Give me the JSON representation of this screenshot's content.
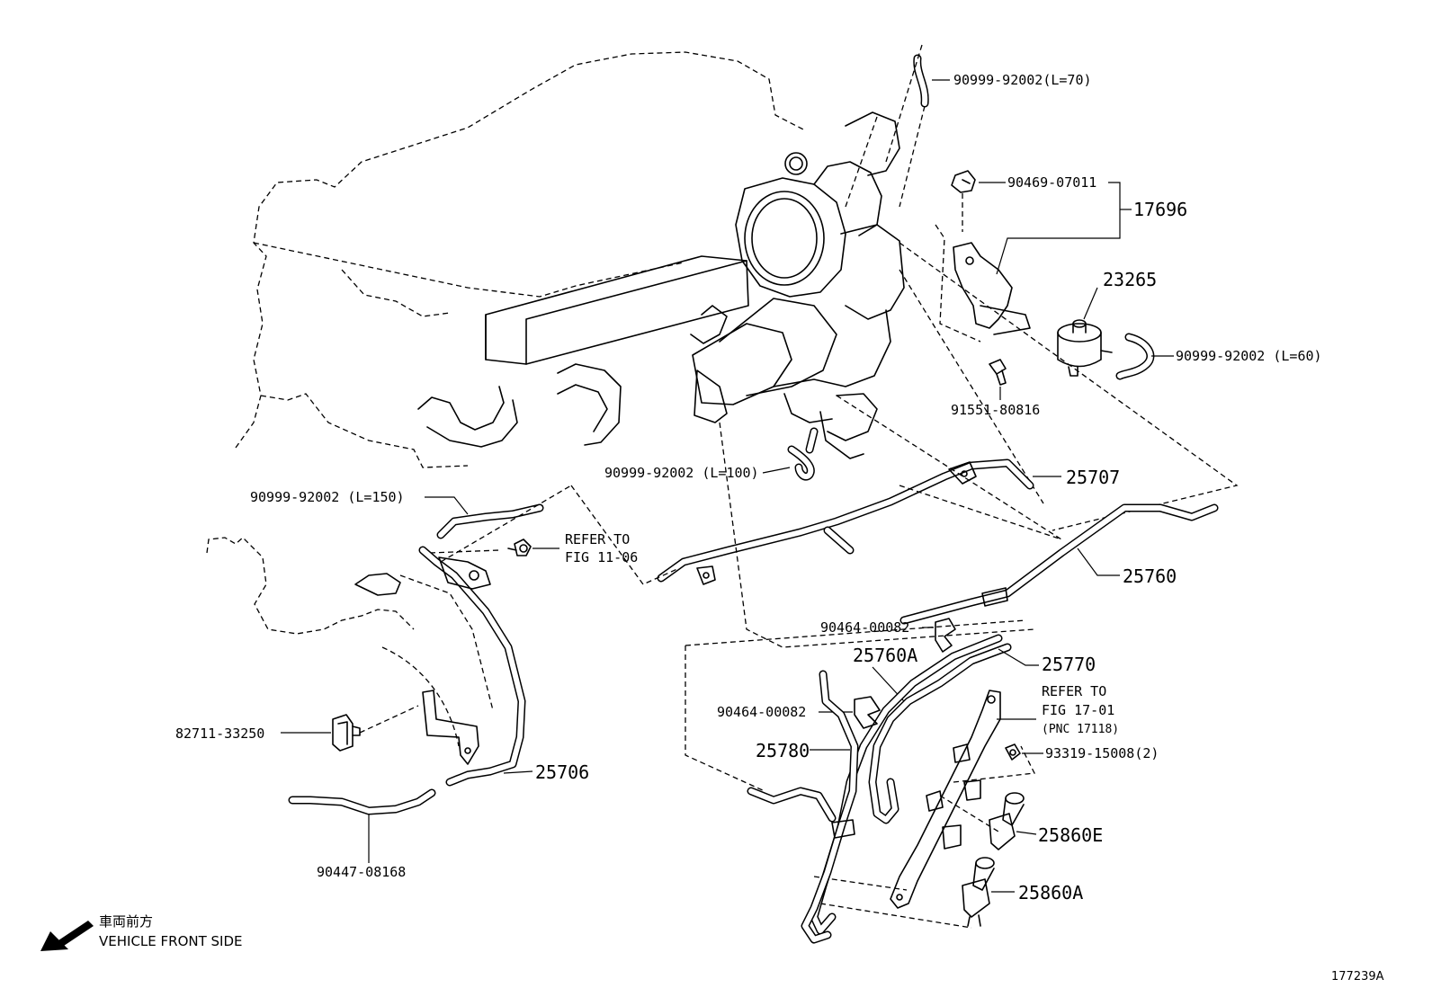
{
  "figure_id": "177239A",
  "orientation": {
    "japanese_label": "車両前方",
    "english_label": "VEHICLE FRONT SIDE",
    "icon": "arrow-down-left-icon"
  },
  "labels": {
    "hose_l70": "90999-92002(L=70)",
    "clip_90469": "90469-07011",
    "assy_17696": "17696",
    "valve_23265": "23265",
    "hose_l60": "90999-92002 (L=60)",
    "bolt_91551": "91551-80816",
    "hose_l100": "90999-92002 (L=100)",
    "pipe_25707": "25707",
    "hose_l150": "90999-92002 (L=150)",
    "refer_fig_11_line1": "REFER TO",
    "refer_fig_11_line2": "FIG 11-06",
    "pipe_25760": "25760",
    "clamp_90464_a": "90464-00082",
    "pipe_25760a": "25760A",
    "pipe_25770": "25770",
    "refer_fig_17_line1": "REFER TO",
    "refer_fig_17_line2": "FIG 17-01",
    "refer_fig_17_line3": "(PNC 17118)",
    "clamp_90464_b": "90464-00082",
    "bolt_93319": "93319-15008(2)",
    "sensor_82711": "82711-33250",
    "pipe_25780": "25780",
    "pipe_25706": "25706",
    "sensor_25860e": "25860E",
    "sensor_25860a": "25860A",
    "hose_90447": "90447-08168"
  }
}
